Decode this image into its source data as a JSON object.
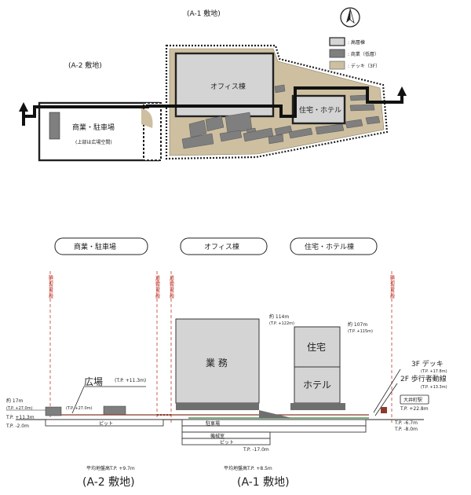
{
  "plan": {
    "site_a1": "(A-1 敷地)",
    "site_a2": "(A-2 敷地)",
    "office": "オフィス棟",
    "commercial_parking": "商業・駐車場",
    "plaza_above": "(上部は広場空間)",
    "residential_hotel": "住宅・ホテル",
    "legend": [
      {
        "label": ": 高層棟",
        "color": "#d4d4d4"
      },
      {
        "label": ": 商業（低層）",
        "color": "#7f7f7f"
      },
      {
        "label": ": デッキ（3F）",
        "color": "#cdbfa0"
      }
    ],
    "north_icon": "north-arrow-icon"
  },
  "section": {
    "headers": {
      "commercial_parking": "商業・駐車場",
      "office": "オフィス棟",
      "residential_hotel": "住宅・ホテル棟"
    },
    "boundary_label": "隣地境界線",
    "road_boundary_label": "道路境界線",
    "plaza": "広場",
    "plaza_tp": "(T.P. +11.3m)",
    "a2_height": "約 17m",
    "a2_height_tp": "(T.P. +27.0m)",
    "deck_tp": "(T.P. +27.0m)",
    "tp_11_3": "T.P. +11.3m",
    "tp_minus_2": "T.P. -2.0m",
    "pit": "ピット",
    "office_height": "約 114m",
    "office_height_tp": "(T.P. +122m)",
    "gyomu": "業 務",
    "res_height": "約 107m",
    "res_height_tp": "(T.P. +115m)",
    "residential": "住宅",
    "hotel": "ホテル",
    "parking": "駐車場",
    "machine_room": "機械室",
    "tp_minus_17": "T.P. -17.0m",
    "deck_3f": "3F デッキ",
    "deck_3f_tp": "(T.P. +17.8m)",
    "walkway_2f": "2F 歩行者動線",
    "walkway_2f_tp": "(T.P. +13.3m)",
    "station": "大井町駅",
    "station_tp": "T.P. +22.8m",
    "tp_minus_6_7": "T.P. -6.7m",
    "tp_minus_8": "T.P. -8.0m",
    "avg_a2": "平均地盤高T.P. +9.7m",
    "avg_a1": "平均地盤高T.P. +8.5m",
    "site_a2": "(A-2 敷地)",
    "site_a1": "(A-1 敷地)"
  }
}
